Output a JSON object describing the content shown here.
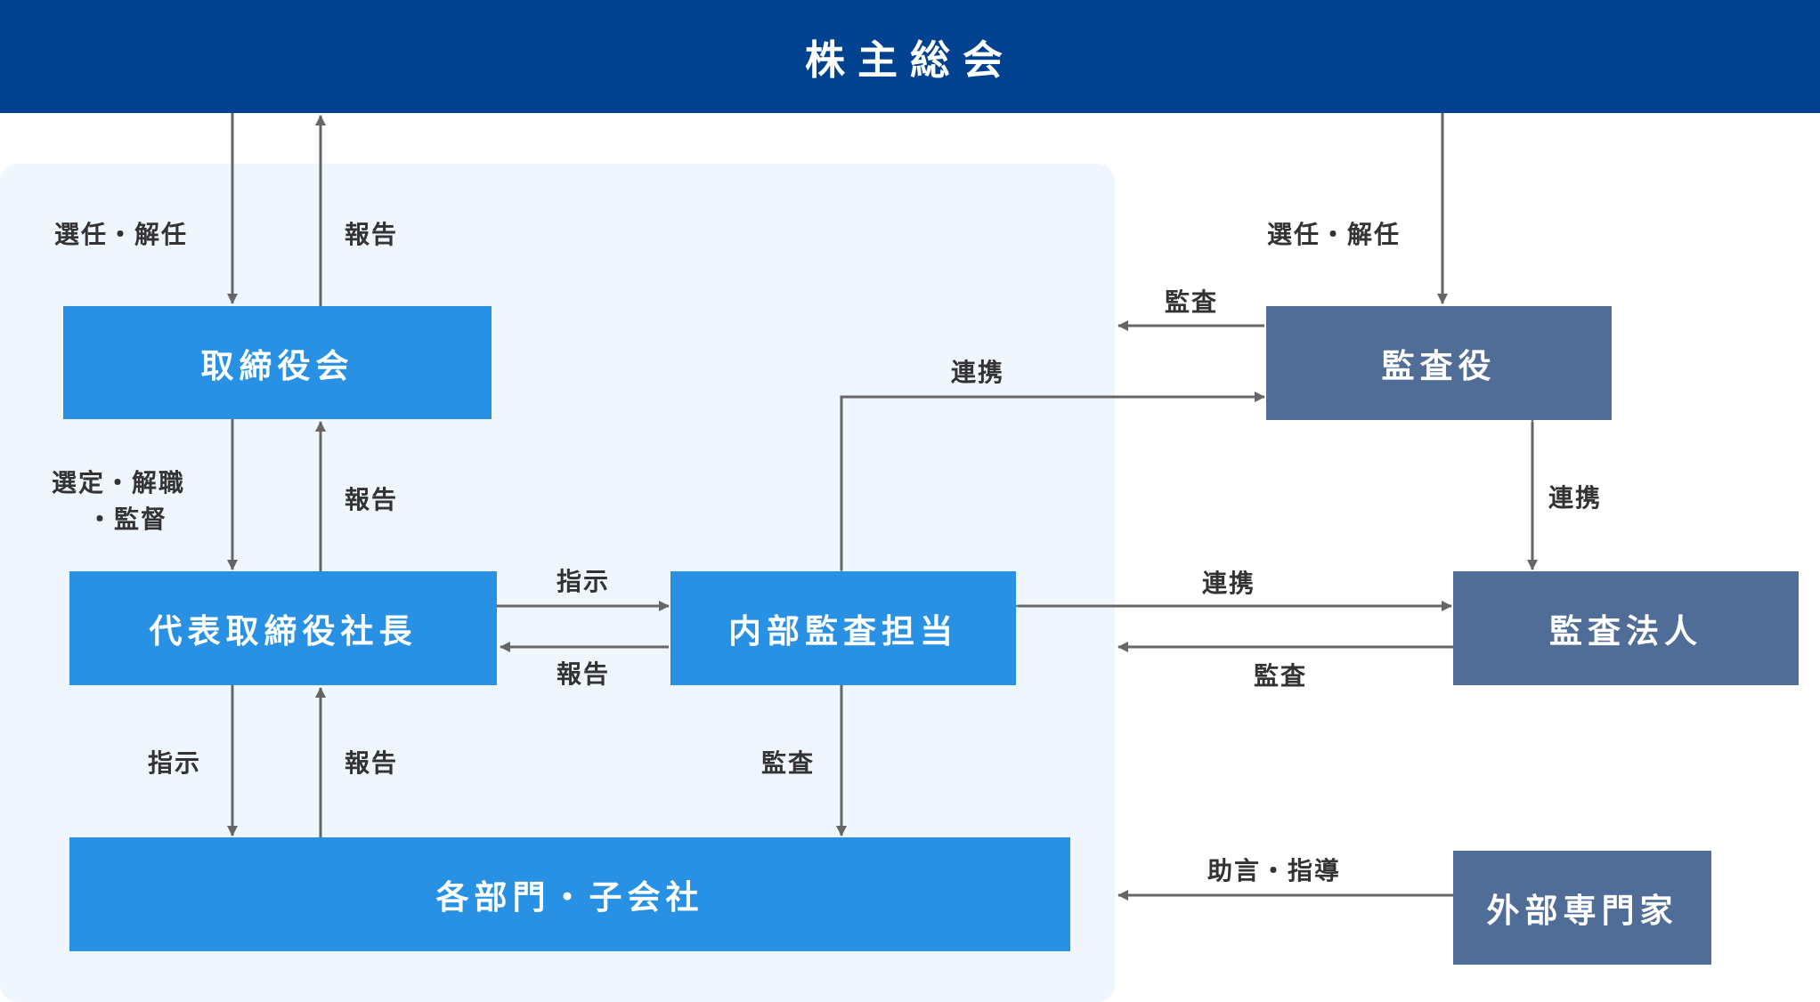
{
  "header": {
    "title": "株主総会"
  },
  "boxes": {
    "board": "取締役会",
    "president": "代表取締役社長",
    "internal_audit": "内部監査担当",
    "divisions": "各部門・子会社",
    "auditor": "監査役",
    "audit_firm": "監査法人",
    "experts": "外部専門家"
  },
  "labels": {
    "appoint_dismiss_board": "選任・解任",
    "report_board": "報告",
    "appoint_dismiss_auditor": "選任・解任",
    "audit_top": "監査",
    "coop_auditor_internal": "連携",
    "select_dismiss_1": "選定・解職",
    "select_dismiss_2": "・監督",
    "report_president": "報告",
    "coop_auditor_firm": "連携",
    "instruct_internal": "指示",
    "report_internal": "報告",
    "coop_firm_internal": "連携",
    "audit_firm_label": "監査",
    "instruct_divisions": "指示",
    "report_divisions": "報告",
    "audit_divisions": "監査",
    "advice_guidance": "助言・指導"
  },
  "colors": {
    "header": "#004190",
    "internal_box": "#2891e4",
    "external_box": "#4f6d97",
    "panel": "#f0f6fd",
    "arrow": "#666666",
    "label_text": "#333333"
  }
}
